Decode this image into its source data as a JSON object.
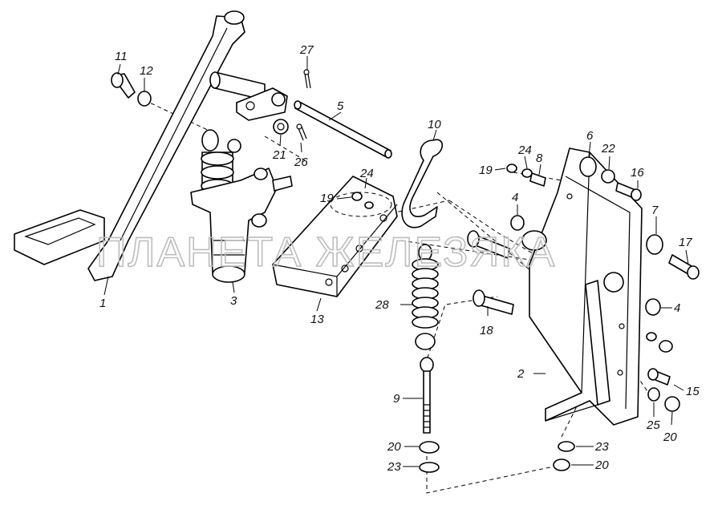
{
  "watermark": "ПЛАНЕТА ЖЕЛЕЗЯКА",
  "callouts": {
    "c1": "1",
    "c3": "3",
    "c4a": "4",
    "c4b": "4",
    "c5": "5",
    "c6": "6",
    "c7": "7",
    "c8": "8",
    "c9": "9",
    "c10": "10",
    "c11": "11",
    "c12": "12",
    "c13": "13",
    "c15": "15",
    "c16": "16",
    "c17": "17",
    "c18": "18",
    "c19a": "19",
    "c19b": "19",
    "c20a": "20",
    "c20b": "20",
    "c20c": "20",
    "c21": "21",
    "c22": "22",
    "c23a": "23",
    "c23b": "23",
    "c24a": "24",
    "c24b": "24",
    "c25": "25",
    "c26": "26",
    "c27": "27",
    "c28": "28"
  }
}
